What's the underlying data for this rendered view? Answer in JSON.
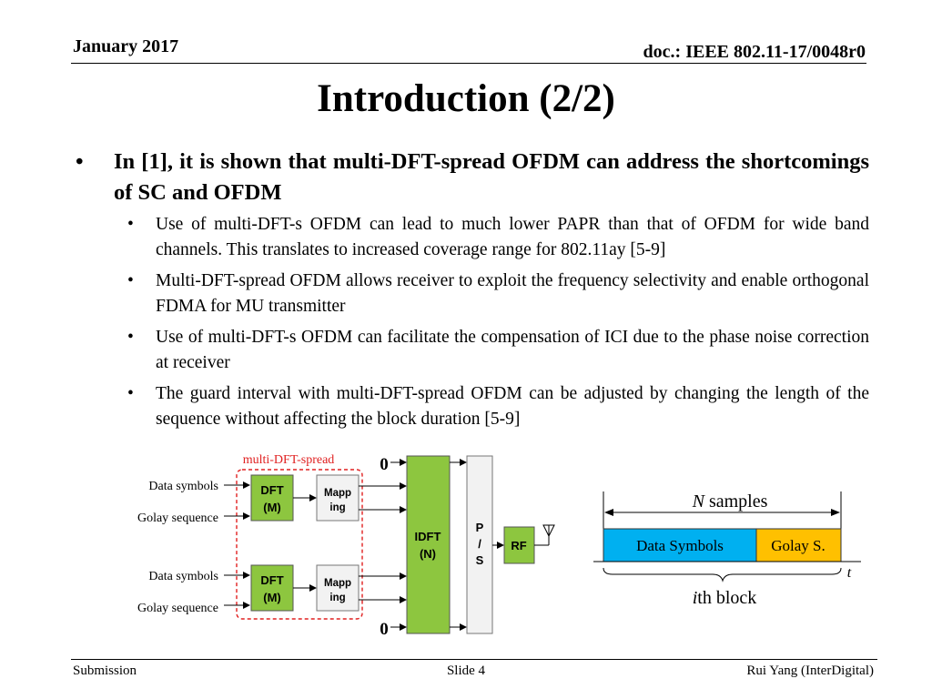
{
  "header": {
    "date": "January 2017",
    "doc": "doc.: IEEE 802.11-17/0048r0"
  },
  "title": "Introduction (2/2)",
  "main_bullet": "In [1], it is shown that multi-DFT-spread OFDM can address the shortcomings of SC and OFDM",
  "sub_bullets": [
    "Use of multi-DFT-s OFDM can lead to much lower PAPR than that of OFDM for wide band channels. This translates to increased coverage range for 802.11ay [5-9]",
    "Multi-DFT-spread OFDM allows receiver to exploit the frequency selectivity and enable orthogonal FDMA for MU transmitter",
    "Use of multi-DFT-s OFDM can facilitate the compensation of ICI due to the phase noise correction at receiver",
    "The guard interval with multi-DFT-spread OFDM can be adjusted by changing the length of the sequence without affecting the block duration [5-9]"
  ],
  "bullet_glyph": "•",
  "diagram": {
    "group_label": "multi-DFT-spread",
    "inputs": [
      "Data symbols",
      "Golay sequence",
      "Data symbols",
      "Golay sequence"
    ],
    "dft_line1": "DFT",
    "dft_line2": "(M)",
    "mapping_line1": "Mapp",
    "mapping_line2": "ing",
    "zero": "0",
    "idft_line1": "IDFT",
    "idft_line2": "(N)",
    "ps_line1": "P",
    "ps_line2": "/",
    "ps_line3": "S",
    "rf": "RF",
    "colors": {
      "green": "#8dc63f",
      "gray": "#f2f2f2",
      "red_dash": "#e02020",
      "blue": "#00b0f0",
      "orange": "#ffc000"
    }
  },
  "block": {
    "n_italic": "N",
    "samples": " samples",
    "data_symbols": "Data Symbols",
    "golay": "Golay S.",
    "t": "t",
    "i_italic": "i",
    "block_label": "th block"
  },
  "footer": {
    "left": "Submission",
    "center": "Slide 4",
    "right": "Rui Yang (InterDigital)"
  }
}
